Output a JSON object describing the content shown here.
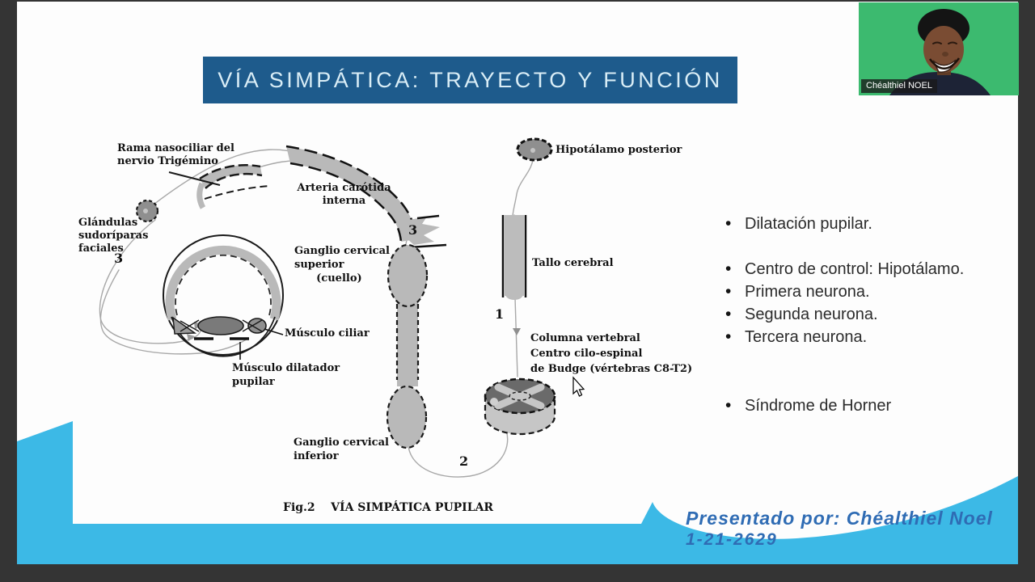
{
  "window": {
    "background": "#343434"
  },
  "webcam": {
    "participant_name": "Chéalthiel NOEL",
    "background_color": "#3cba6f"
  },
  "slide": {
    "title": "VÍA SIMPÁTICA: TRAYECTO Y FUNCIÓN",
    "title_bg": "#1e5b8c",
    "accent_wave_color": "#3cb9e6",
    "bullets": [
      "Dilatación pupilar.",
      "Centro de control: Hipotálamo.",
      "Primera neurona.",
      "Segunda neurona.",
      "Tercera neurona.",
      "Síndrome de Horner"
    ],
    "footer": {
      "presented_by": "Presentado por: Chéalthiel Noel",
      "presenter_id": "1-21-2629"
    },
    "figure": {
      "caption": "Fig.2    VÍA SIMPÁTICA PUPILAR",
      "labels": {
        "rama": "Rama nasociliar del\nnervio Trigémino",
        "glandulas": "Glándulas\nsudoríparas\nfaciales",
        "arteria": "Arteria carótida\ninterna",
        "ganglio_superior": "Ganglio cervical\nsuperior\n      (cuello)",
        "hipotalamo": "Hipotálamo posterior",
        "tallo": "Tallo cerebral",
        "columna": "Columna vertebral\nCentro cilo-espinal\nde Budge (vértebras C8-T2)",
        "musculo_ciliar": "Músculo ciliar",
        "musculo_dilatador": "Músculo dilatador\npupilar",
        "ganglio_inferior": "Ganglio cervical\ninferior"
      },
      "numbers": {
        "first_neuron": "1",
        "second_neuron": "2",
        "third_neuron_gland": "3",
        "third_neuron_carotid": "3"
      }
    }
  }
}
